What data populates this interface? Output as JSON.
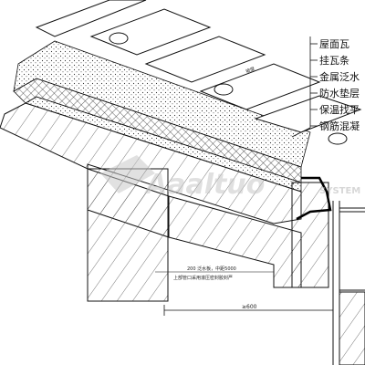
{
  "layer_labels": [
    "屋面瓦",
    "挂瓦条",
    "金属泛水",
    "防水垫层",
    "保温找平",
    "钢筋混凝"
  ],
  "slope_dim": "坡度",
  "note_line1": "200 泛水板，中距5000",
  "note_line2": "上部管口采用滚压密封胶封严",
  "bottom_dim": "≥600",
  "watermark": {
    "logo_text": "Aaaltuo",
    "sub_text": "SYSTEM"
  },
  "colors": {
    "line": "#111111",
    "hatch": "#444444",
    "watermark": "#c9c9c9"
  }
}
